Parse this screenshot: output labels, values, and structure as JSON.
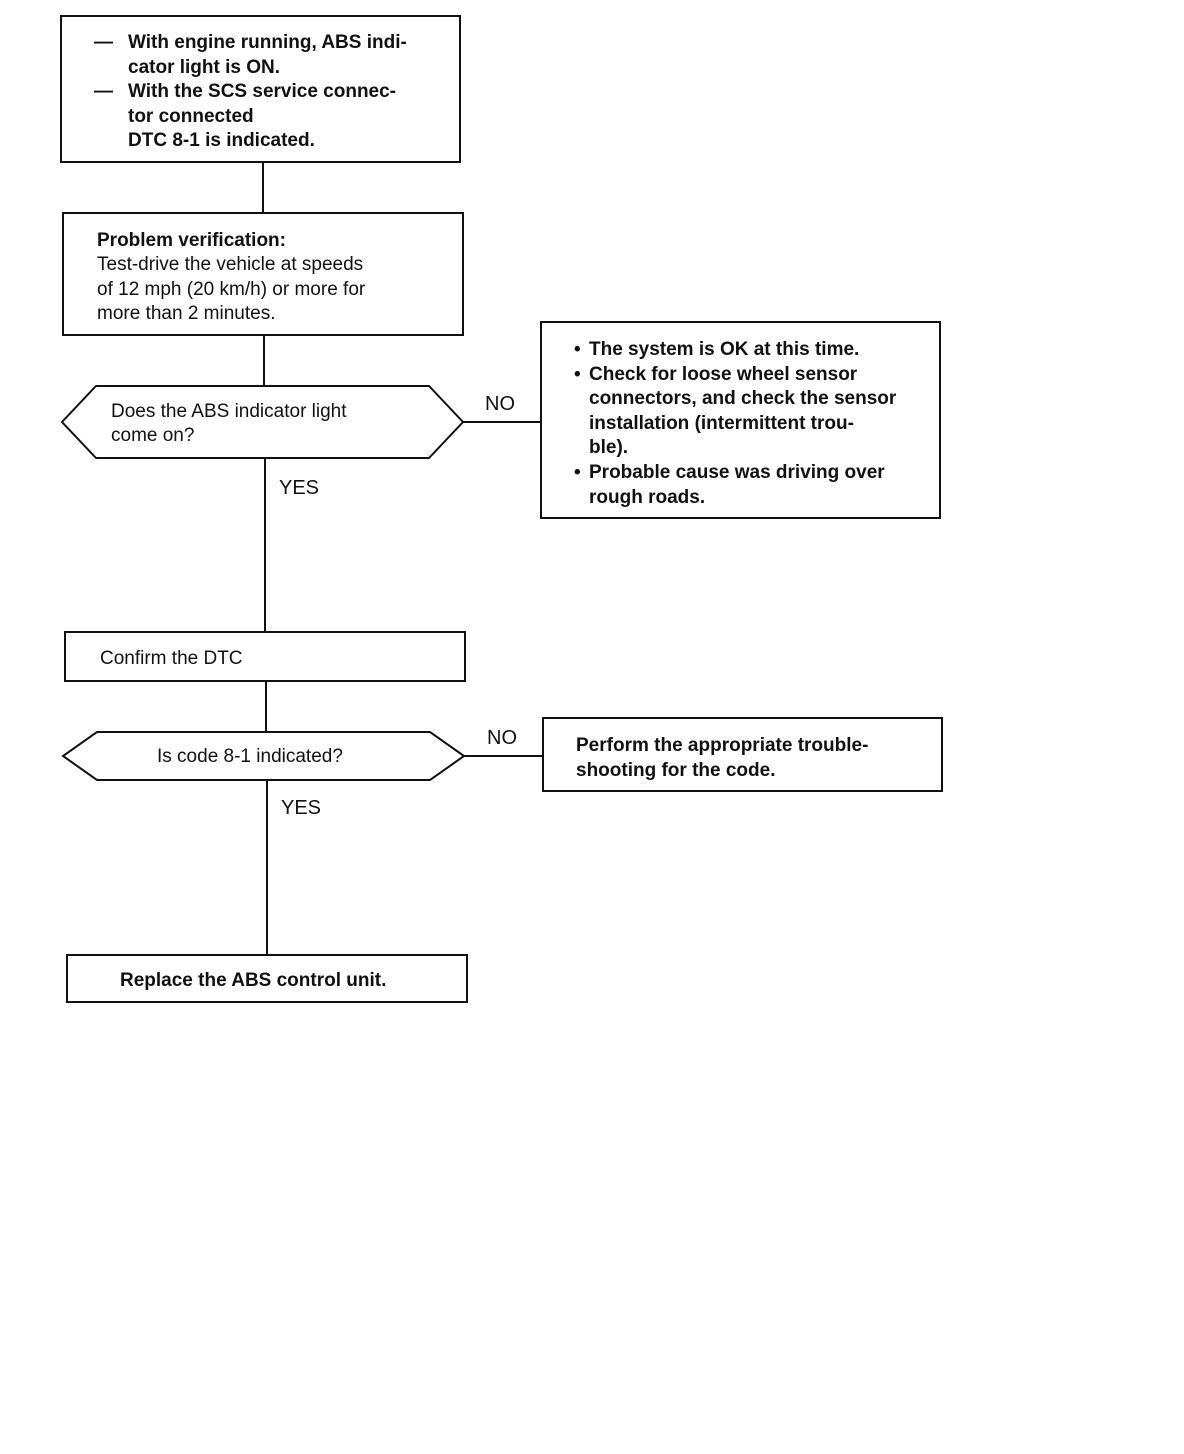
{
  "start_box": {
    "dash": "—",
    "item1_line1": "With engine running, ABS indi-",
    "item1_line2": "cator light is ON.",
    "item2_line1": "With the SCS service connec-",
    "item2_line2": "tor connected",
    "item2_line3": "DTC 8-1 is indicated."
  },
  "verify_box": {
    "title": "Problem verification:",
    "line1": "Test-drive the vehicle at speeds",
    "line2": "of 12 mph (20 km/h) or more for",
    "line3": "more than 2 minutes."
  },
  "decision1": {
    "line1": "Does the ABS indicator light",
    "line2": "come on?",
    "no_label": "NO",
    "yes_label": "YES"
  },
  "ok_box": {
    "bullet": "•",
    "b1_line1": "The system is OK at this time.",
    "b2_line1": "Check for loose wheel sensor",
    "b2_line2": "connectors, and check the sensor",
    "b2_line3": "installation (intermittent trou-",
    "b2_line4": "ble).",
    "b3_line1": "Probable cause was driving over",
    "b3_line2": "rough roads."
  },
  "confirm_box": {
    "text": "Confirm the DTC"
  },
  "decision2": {
    "text": "Is code 8-1 indicated?",
    "no_label": "NO",
    "yes_label": "YES"
  },
  "troubleshoot_box": {
    "line1": "Perform the appropriate trouble-",
    "line2": "shooting for the code."
  },
  "replace_box": {
    "text": "Replace the ABS control unit."
  }
}
